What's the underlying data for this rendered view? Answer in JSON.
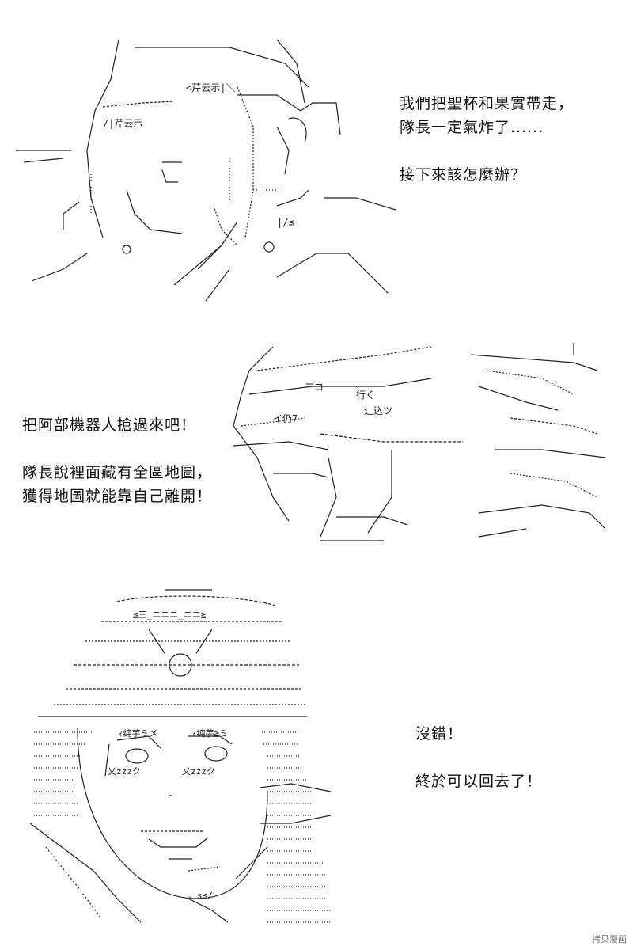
{
  "panels": [
    {
      "lines": [
        "我們把聖杯和果實帶走，",
        "隊長一定氣炸了......",
        "",
        "接下來該怎麼辦？"
      ]
    },
    {
      "lines": [
        "把阿部機器人搶過來吧！",
        "",
        "隊長說裡面藏有全區地圖，",
        "獲得地圖就能靠自己離開！"
      ]
    },
    {
      "lines": [
        "沒錯！",
        "",
        "終於可以回去了！"
      ]
    }
  ],
  "watermark": "拷贝漫画"
}
